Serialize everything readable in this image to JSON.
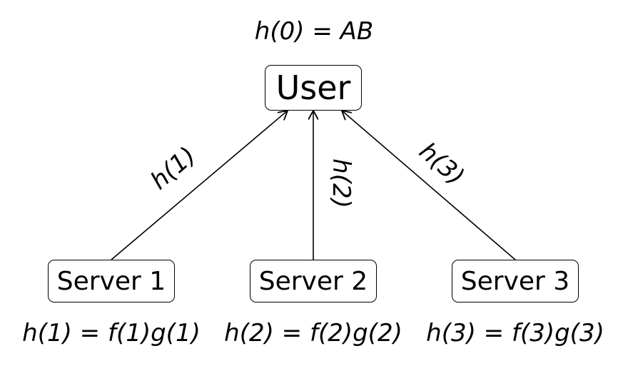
{
  "user": {
    "label": "User",
    "formula": "h(0) = AB"
  },
  "servers": [
    {
      "label": "Server 1",
      "formula": "h(1) = f(1)g(1)",
      "edge_label": "h(1)"
    },
    {
      "label": "Server 2",
      "formula": "h(2) = f(2)g(2)",
      "edge_label": "h(2)"
    },
    {
      "label": "Server 3",
      "formula": "h(3) = f(3)g(3)",
      "edge_label": "h(3)"
    }
  ]
}
